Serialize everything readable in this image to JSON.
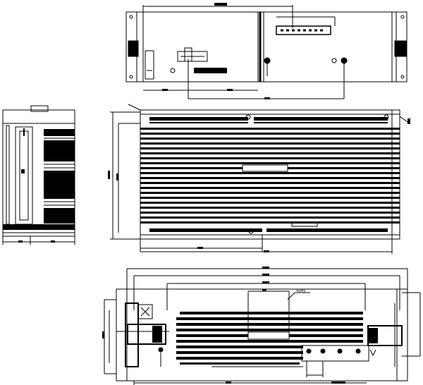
{
  "drawing": {
    "views": [
      {
        "id": "top-view"
      },
      {
        "id": "side-view"
      },
      {
        "id": "plan-view"
      },
      {
        "id": "front-view"
      }
    ],
    "labels": {
      "callout": "4xM5"
    },
    "colors": {
      "line": "#000000",
      "background": "#ffffff"
    }
  }
}
